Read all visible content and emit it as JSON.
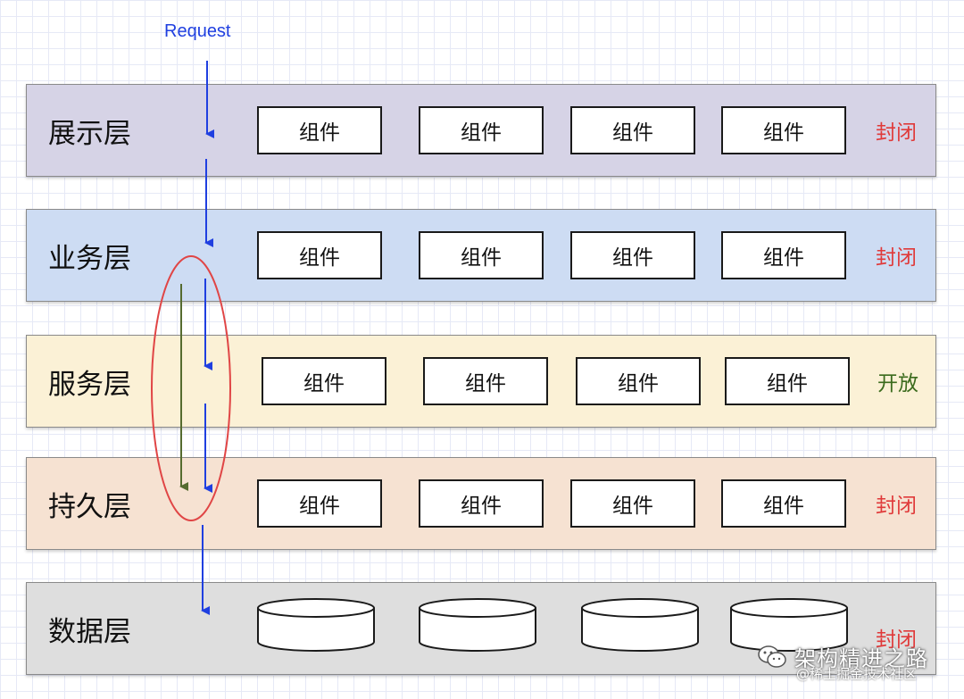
{
  "request_label": "Request",
  "layers": [
    {
      "name": "展示层",
      "color": "#d6d3e6",
      "components": [
        "组件",
        "组件",
        "组件",
        "组件"
      ],
      "status": "封闭",
      "status_color": "#e03a3a"
    },
    {
      "name": "业务层",
      "color": "#cddcf3",
      "components": [
        "组件",
        "组件",
        "组件",
        "组件"
      ],
      "status": "封闭",
      "status_color": "#e03a3a"
    },
    {
      "name": "服务层",
      "color": "#fbf1d6",
      "components": [
        "组件",
        "组件",
        "组件",
        "组件"
      ],
      "status": "开放",
      "status_color": "#3b6b1d"
    },
    {
      "name": "持久层",
      "color": "#f6e2d2",
      "components": [
        "组件",
        "组件",
        "组件",
        "组件"
      ],
      "status": "封闭",
      "status_color": "#e03a3a"
    },
    {
      "name": "数据层",
      "color": "#dedede",
      "database_count": 4,
      "status": "封闭",
      "status_color": "#e03a3a"
    }
  ],
  "watermark": {
    "title": "架构精进之路",
    "subtitle": "@稀土掘金技术社区"
  },
  "colors": {
    "request_arrow": "#1f3fe0",
    "bypass_arrow": "#556b2f",
    "highlight_ellipse": "#e04545"
  }
}
